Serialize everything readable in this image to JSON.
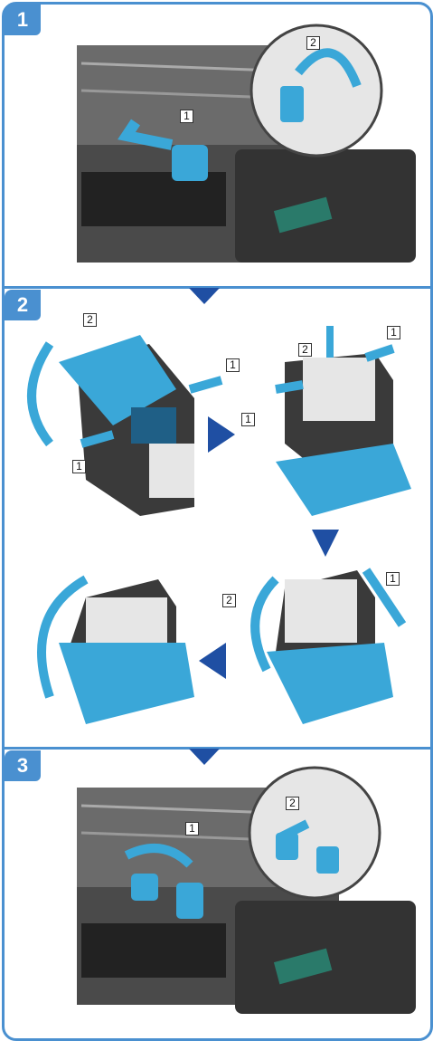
{
  "steps": [
    {
      "number": "1"
    },
    {
      "number": "2"
    },
    {
      "number": "3"
    }
  ],
  "callouts": {
    "s1_a": "1",
    "s1_b": "2",
    "s2_a2": "2",
    "s2_a1": "1",
    "s2_a1b": "1",
    "s2_b1": "1",
    "s2_b2": "2",
    "s2_b1b": "1",
    "s2_c1": "1",
    "s2_c2": "2",
    "s3_a": "1",
    "s3_b": "2"
  },
  "colors": {
    "frame": "#4a90d0",
    "accent": "#3aa7d8",
    "arrow": "#1f4fa3",
    "machine": "#3a3a3a"
  }
}
